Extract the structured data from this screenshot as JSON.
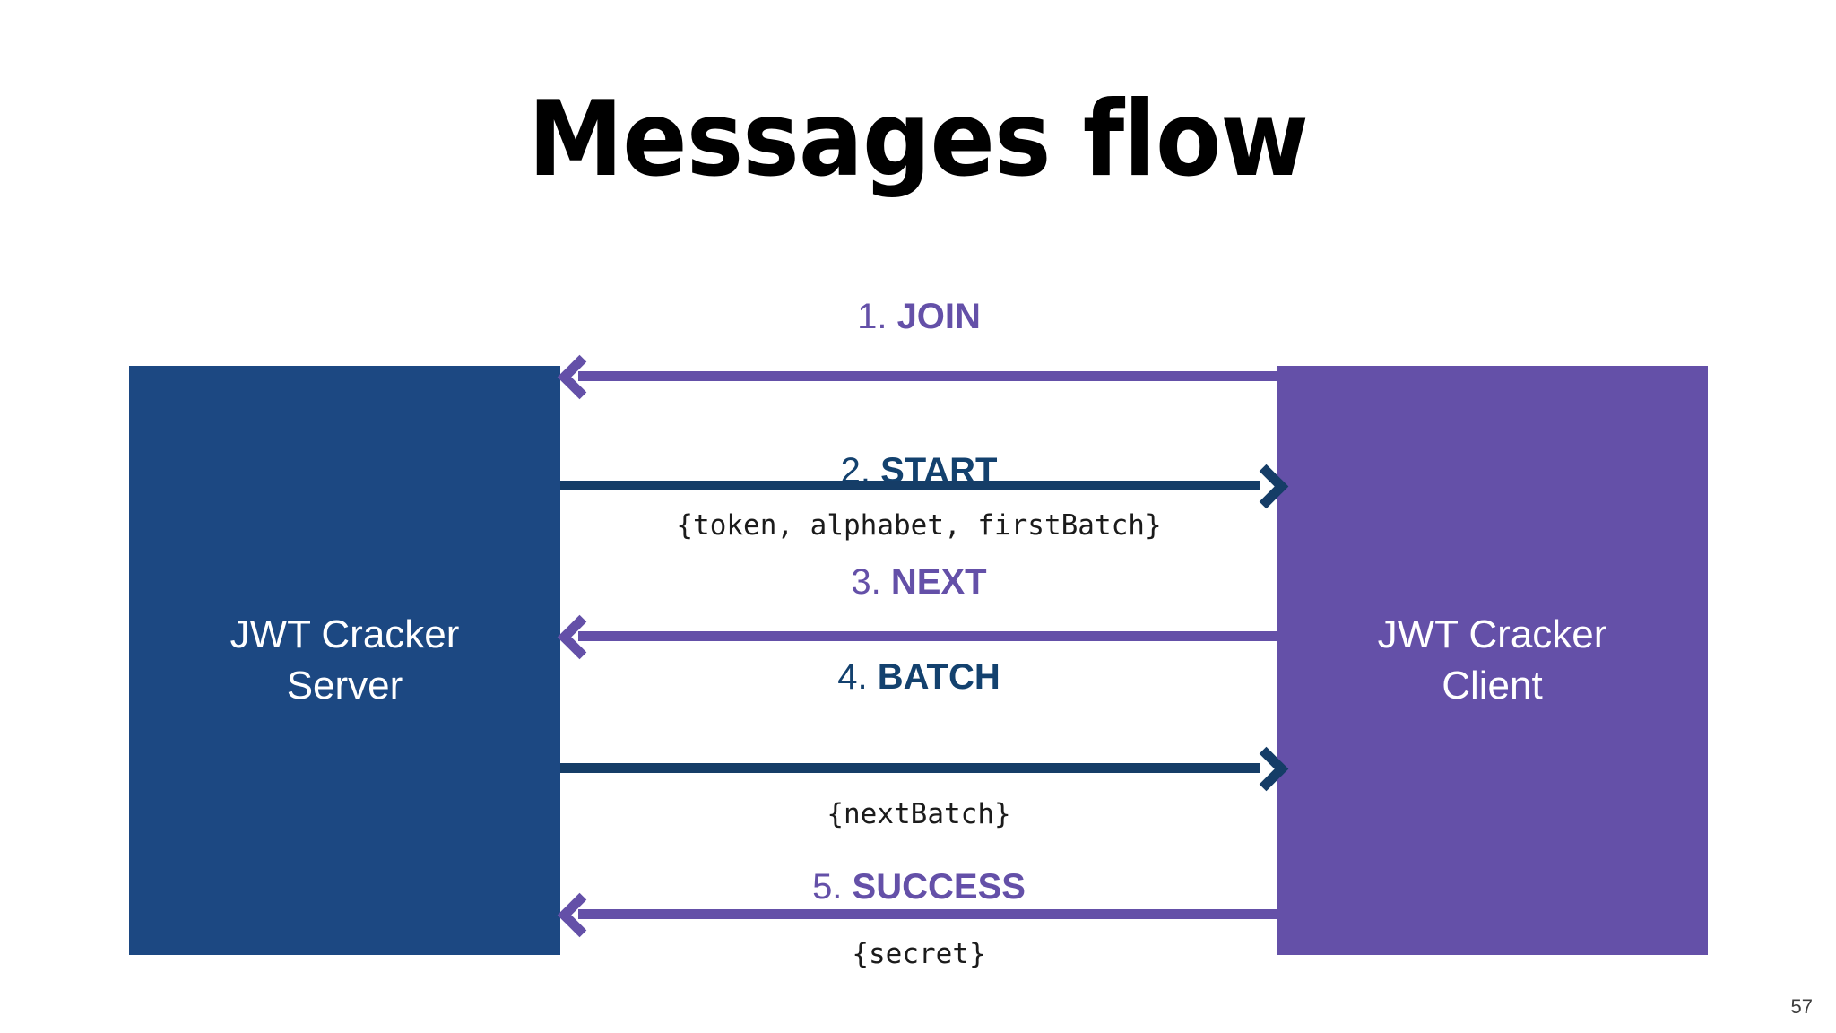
{
  "slide": {
    "title": "Messages flow",
    "page_number": "57",
    "background": "#ffffff"
  },
  "colors": {
    "server_box": "#1c4882",
    "client_box": "#6450a8",
    "purple_arrow": "#6450a8",
    "navy_arrow": "#153d67",
    "purple_label": "#6450a8",
    "navy_label": "#13416e"
  },
  "nodes": {
    "server": {
      "line1": "JWT Cracker",
      "line2": "Server"
    },
    "client": {
      "line1": "JWT Cracker",
      "line2": "Client"
    }
  },
  "messages": [
    {
      "number": "1.",
      "name": "JOIN",
      "direction": "client-to-server",
      "color": "purple",
      "payload": ""
    },
    {
      "number": "2.",
      "name": "START",
      "direction": "server-to-client",
      "color": "navy",
      "payload": "{token, alphabet, firstBatch}"
    },
    {
      "number": "3.",
      "name": "NEXT",
      "direction": "client-to-server",
      "color": "purple",
      "payload": ""
    },
    {
      "number": "4.",
      "name": "BATCH",
      "direction": "server-to-client",
      "color": "navy",
      "payload": "{nextBatch}"
    },
    {
      "number": "5.",
      "name": "SUCCESS",
      "direction": "client-to-server",
      "color": "purple",
      "payload": "{secret}"
    }
  ]
}
